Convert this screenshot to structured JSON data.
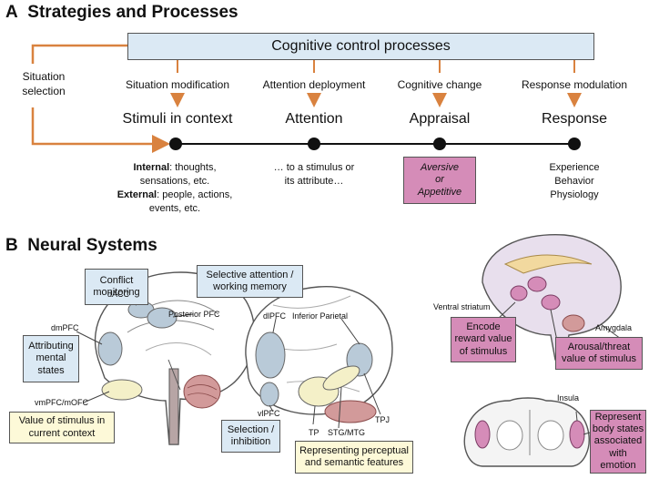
{
  "section_a": {
    "letter": "A",
    "title": "Strategies and Processes"
  },
  "section_b": {
    "letter": "B",
    "title": "Neural Systems"
  },
  "process_banner": "Cognitive control processes",
  "situation_selection": [
    "Situation",
    "selection"
  ],
  "strategies": [
    "Situation modification",
    "Attention deployment",
    "Cognitive change",
    "Response modulation"
  ],
  "stages": [
    "Stimuli in context",
    "Attention",
    "Appraisal",
    "Response"
  ],
  "stimuli_detail": {
    "internal_key": "Internal",
    "internal_text": ": thoughts,",
    "internal_line2": "sensations, etc.",
    "external_key": "External",
    "external_text": ": people, actions,",
    "external_line2": "events, etc."
  },
  "attention_detail": [
    "… to a stimulus or",
    "its attribute…"
  ],
  "appraisal_box": [
    "Aversive",
    "or",
    "Appetitive"
  ],
  "response_detail": [
    "Experience",
    "Behavior",
    "Physiology"
  ],
  "neural_boxes": {
    "conflict": [
      "Conflict",
      "monitoring"
    ],
    "selective": [
      "Selective attention /",
      "working memory"
    ],
    "attributing": [
      "Attributing",
      "mental",
      "states"
    ],
    "value_context": [
      "Value of stimulus in",
      "current context"
    ],
    "selection": [
      "Selection /",
      "inhibition"
    ],
    "representing": [
      "Representing perceptual",
      "and semantic features"
    ],
    "encode": [
      "Encode",
      "reward value",
      "of stimulus"
    ],
    "arousal": [
      "Arousal/threat",
      "value of stimulus"
    ],
    "represent_body": [
      "Represent",
      "body states",
      "associated",
      "with emotion"
    ]
  },
  "region_labels": {
    "dacc": "dACC",
    "posterior_pfc": "Posterior PFC",
    "dmpfc": "dmPFC",
    "vmpfc": "vmPFC/mOFC",
    "dlpfc": "dlPFC",
    "inferior_parietal": "Inferior Parietal",
    "vlpfc": "vlPFC",
    "tp": "TP",
    "stg": "STG/MTG",
    "tpj": "TPJ",
    "ventral_striatum": "Ventral striatum",
    "amygdala": "Amygdala",
    "insula": "Insula"
  },
  "colors": {
    "arrow": "#d9823f",
    "banner": "#dbe9f4",
    "pink": "#d58cb8",
    "yellow": "#fdf9d8",
    "region": "#b9cad8"
  }
}
